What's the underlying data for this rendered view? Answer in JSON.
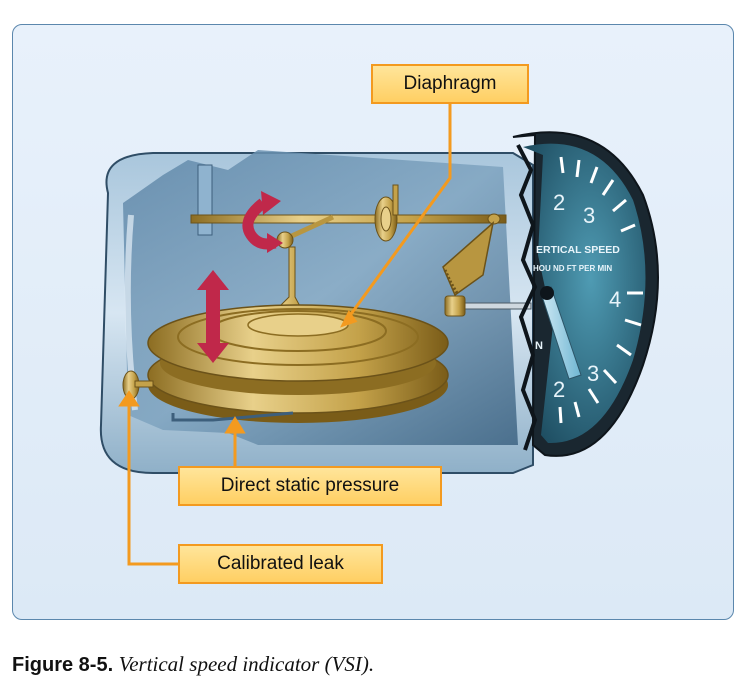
{
  "labels": {
    "diaphragm": "Diaphragm",
    "direct_static_pressure": "Direct static pressure",
    "calibrated_leak": "Calibrated leak"
  },
  "gauge": {
    "title": "ERTICAL SPEED",
    "subtitle": "HOU",
    "subtitle2": "ND FT PER MIN",
    "numerals": [
      "2",
      "3",
      "4",
      "3",
      "2"
    ],
    "side_letter": "N"
  },
  "caption": {
    "label": "Figure 8-5.",
    "text": "Vertical speed indicator (VSI)."
  },
  "colors": {
    "callout_fill": "#ffd46e",
    "callout_border": "#f39a1f",
    "leader_line": "#f39a1f",
    "frame_border": "#5b87ad",
    "gauge_face": "#2f6f86",
    "diaphragm_gold": "#c9a94e",
    "arrow_red": "#c0284a"
  }
}
